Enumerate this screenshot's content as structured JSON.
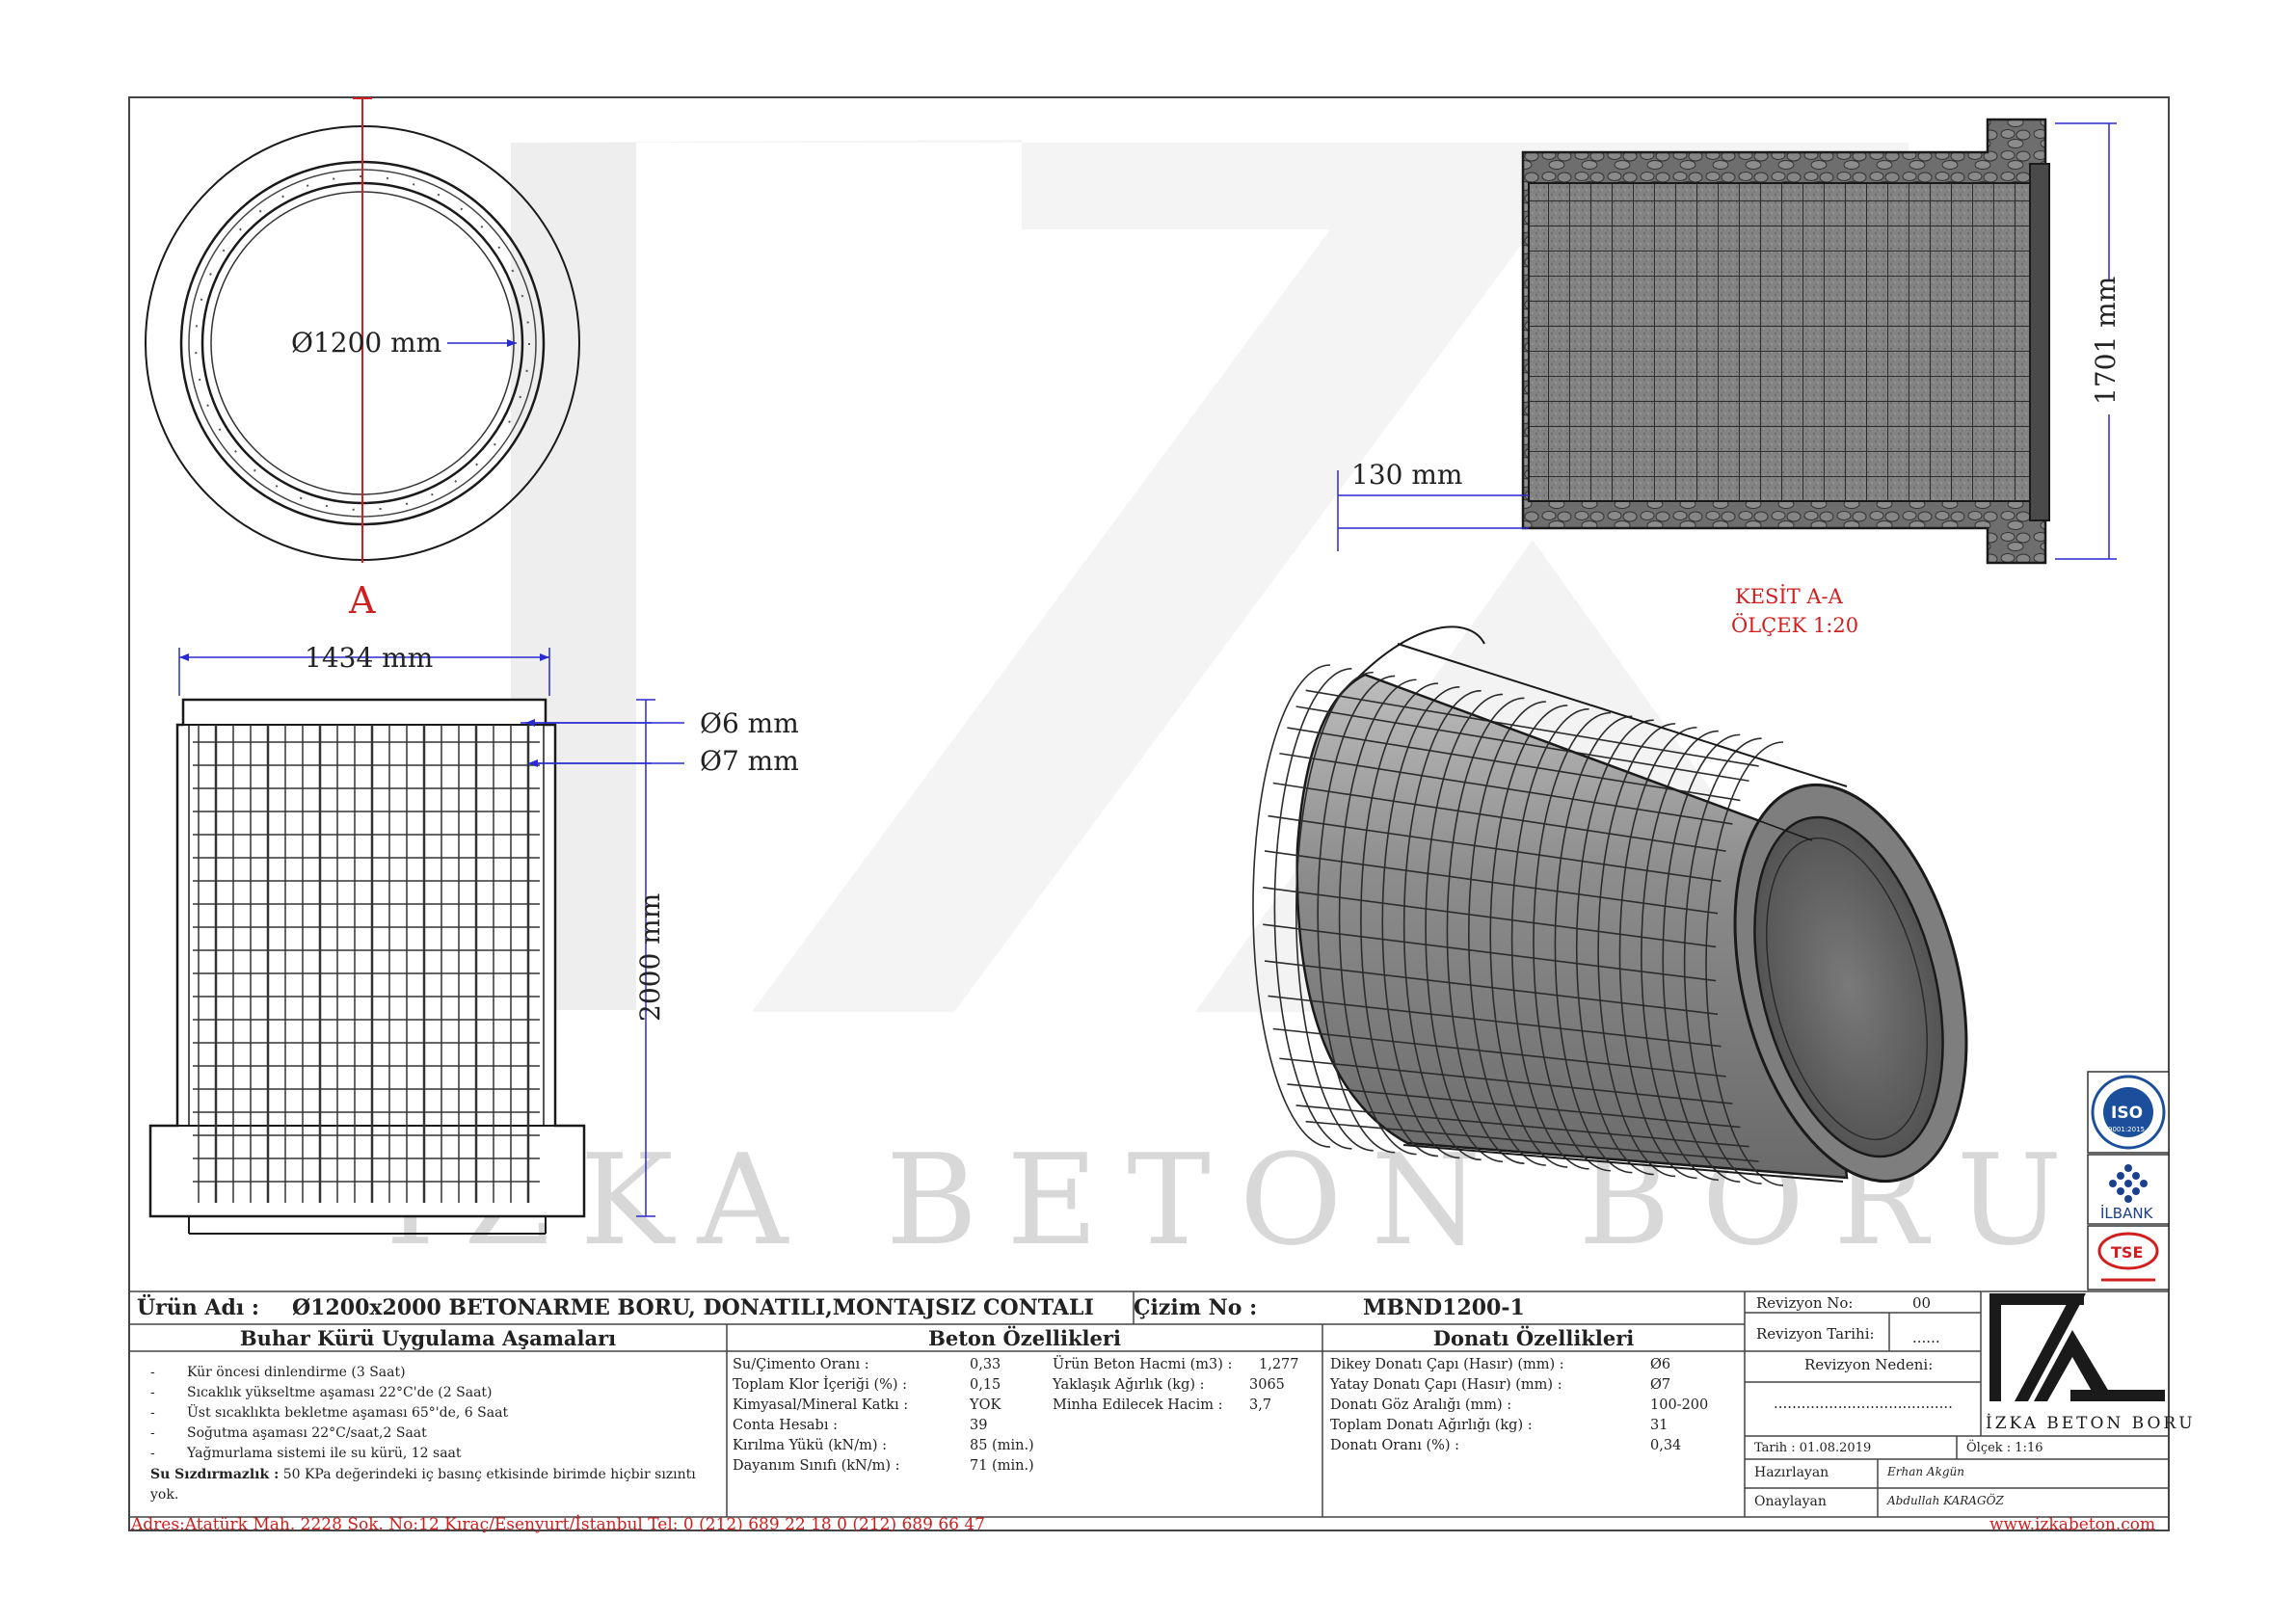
{
  "watermark": {
    "text": "İZKA BETON BORU"
  },
  "top_view": {
    "diameter_label": "Ø1200 mm",
    "section_marker": "A"
  },
  "front_view": {
    "width_label": "1434 mm",
    "height_label": "2000 mm",
    "rebar_label_1": "Ø6 mm",
    "rebar_label_2": "Ø7 mm"
  },
  "section_view": {
    "height_label": "1701 mm",
    "wall_label": "130 mm",
    "caption_line1": "KESİT A-A",
    "caption_line2": "ÖLÇEK 1:20"
  },
  "certs": {
    "iso_text": "ISO",
    "iso_sub": "9001:2015",
    "ilbank_text": "İLBANK",
    "tse_text": "TSE"
  },
  "title_block": {
    "product_label": "Ürün Adı :",
    "product_name": "Ø1200x2000 BETONARME BORU, DONATILI,MONTAJSIZ CONTALI",
    "drawing_no_label": "Çizim No :",
    "drawing_no": "MBND1200-1",
    "revision_no_label": "Revizyon No:",
    "revision_no": "00",
    "revision_date_label": "Revizyon Tarihi:",
    "revision_date": "......",
    "revision_reason_label": "Revizyon Nedeni:",
    "revision_reason": ".......................................",
    "date": "Tarih : 01.08.2019",
    "scale": "Ölçek : 1:16",
    "prepared_label": "Hazırlayan",
    "prepared_by": "Erhan Akgün",
    "approved_label": "Onaylayan",
    "approved_by": "Abdullah KARAGÖZ",
    "logo_text": "İZKA BETON BORU"
  },
  "curing": {
    "title": "Buhar Kürü Uygulama Aşamaları",
    "steps": [
      "Kür öncesi dinlendirme (3 Saat)",
      "Sıcaklık yükseltme aşaması 22°C'de (2 Saat)",
      "Üst sıcaklıkta bekletme aşaması 65°'de, 6 Saat",
      "Soğutma aşaması 22°C/saat,2 Saat",
      "Yağmurlama sistemi ile su kürü, 12 saat"
    ],
    "seal_label": "Su Sızdırmazlık :",
    "seal_text": "50 KPa değerindeki iç basınç etkisinde birimde hiçbir sızıntı yok."
  },
  "concrete": {
    "title": "Beton Özellikleri",
    "rows_left": [
      {
        "label": "Su/Çimento Oranı :",
        "value": "0,33"
      },
      {
        "label": "Toplam Klor İçeriği (%) :",
        "value": "0,15"
      },
      {
        "label": "Kimyasal/Mineral Katkı :",
        "value": "YOK"
      },
      {
        "label": "Conta Hesabı :",
        "value": "39"
      },
      {
        "label": "Kırılma Yükü (kN/m) :",
        "value": "85 (min.)"
      },
      {
        "label": "Dayanım Sınıfı (kN/m) :",
        "value": "71 (min.)"
      }
    ],
    "rows_right": [
      {
        "label": "Ürün Beton Hacmi (m3) :",
        "value": "1,277"
      },
      {
        "label": "Yaklaşık Ağırlık (kg) :",
        "value": "3065"
      },
      {
        "label": "Minha Edilecek Hacim :",
        "value": "3,7"
      }
    ]
  },
  "rebar": {
    "title": "Donatı Özellikleri",
    "rows": [
      {
        "label": "Dikey Donatı Çapı (Hasır) (mm) :",
        "value": "Ø6"
      },
      {
        "label": "Yatay Donatı Çapı (Hasır) (mm) :",
        "value": "Ø7"
      },
      {
        "label": "Donatı Göz Aralığı (mm) :",
        "value": "100-200"
      },
      {
        "label": "Toplam Donatı Ağırlığı (kg) :",
        "value": "31"
      },
      {
        "label": "Donatı Oranı (%) :",
        "value": "0,34"
      }
    ]
  },
  "footer": {
    "address": "Adres:Atatürk Mah. 2228 Sok. No:12 Kıraç/Esenyurt/İstanbul Tel: 0 (212) 689 22 18 0 (212) 689 66 47",
    "website": "www.izkabeton.com"
  }
}
